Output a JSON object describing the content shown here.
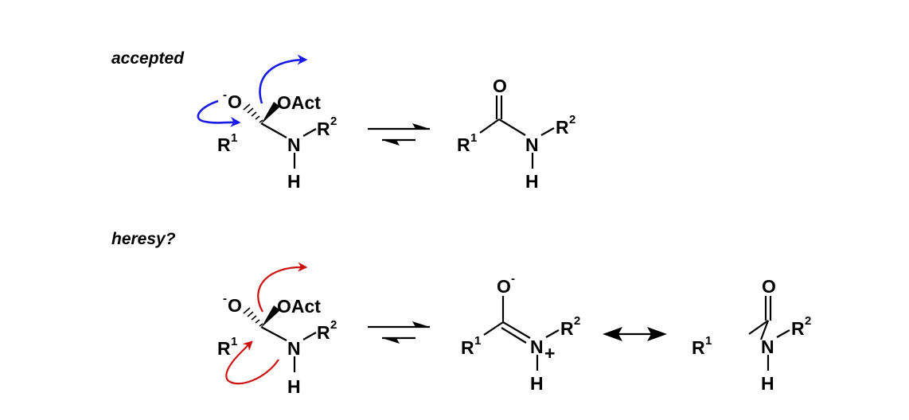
{
  "labels": {
    "accepted": "accepted",
    "heresy": "heresy?"
  },
  "atoms": {
    "O": "O",
    "OAct": "OAct",
    "R": "R",
    "N": "N",
    "H": "H",
    "one": "1",
    "two": "2",
    "minus": "-",
    "plus": "+"
  },
  "colors": {
    "accepted_arrows": "#1a1ae6",
    "heresy_arrows": "#cc1111"
  }
}
